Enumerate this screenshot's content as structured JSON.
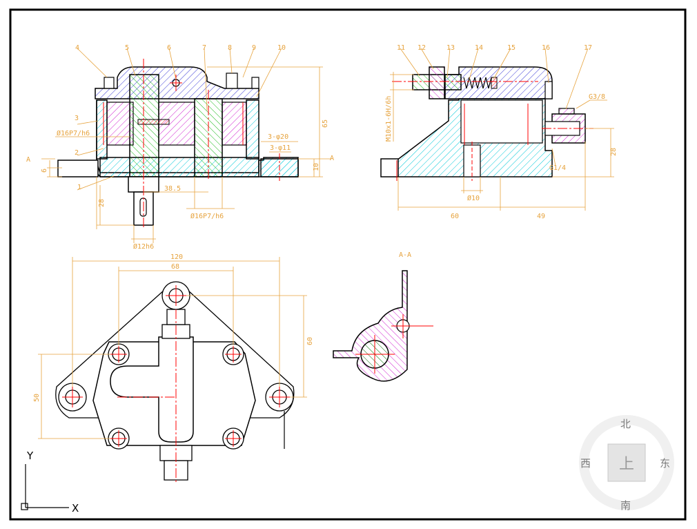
{
  "balloons": [
    "4",
    "5",
    "6",
    "7",
    "8",
    "9",
    "10",
    "1",
    "2",
    "3",
    "11",
    "12",
    "13",
    "14",
    "15",
    "16",
    "17"
  ],
  "dimensions": {
    "d_65": "65",
    "d_10": "10",
    "d_6": "6",
    "d_28_left": "28",
    "d_38_5": "38.5",
    "d_3phi20": "3-φ20",
    "d_3phi11": "3-φ11",
    "d_phi16_top": "Ø16P7/h6",
    "d_phi16_bottom": "Ø16P7/h6",
    "d_phi12": "Ø12h6",
    "d_M10": "M10x1-6H/6h",
    "d_G38": "G3/8",
    "d_G14": "G1/4",
    "d_phi10": "Ø10",
    "d_60_right": "60",
    "d_49": "49",
    "d_28_right": "28",
    "d_120": "120",
    "d_68": "68",
    "d_60_v": "60",
    "d_50": "50"
  },
  "section": {
    "label_left": "A",
    "label_right": "A",
    "title": "A-A"
  },
  "ucs": {
    "x": "X",
    "y": "Y"
  },
  "viewcube": {
    "north": "北",
    "south": "南",
    "east": "东",
    "west": "西",
    "top": "上"
  },
  "colors": {
    "frame": "#000000",
    "dimension": "#e6a23c",
    "centerline": "#ff0000",
    "hatch_blue": "#3a3ad6",
    "hatch_cyan": "#00c8d8",
    "hatch_green": "#14b814",
    "hatch_magenta": "#d020d0"
  }
}
